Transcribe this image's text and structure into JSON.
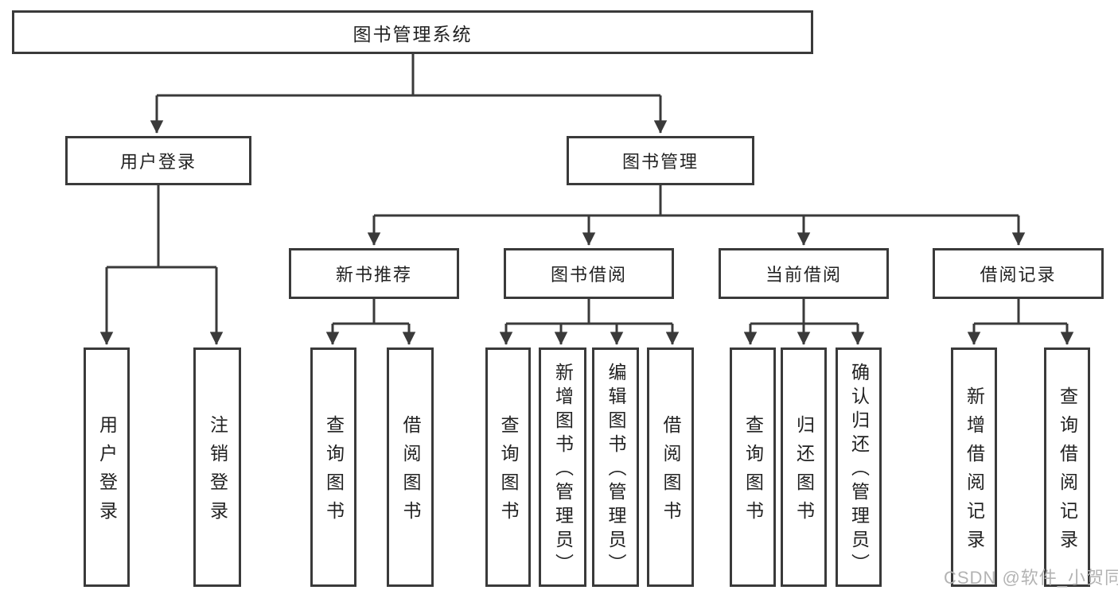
{
  "diagram": {
    "type": "hierarchy-tree",
    "colors": {
      "line": "#3a3a3a",
      "box_border": "#3a3a3a",
      "text": "#222222",
      "background": "#ffffff",
      "watermark": "#b3b3b3"
    },
    "nodes": {
      "root": "图书管理系统",
      "user_login_branch": "用户登录",
      "book_management": "图书管理",
      "login": "用户登录",
      "logout": "注销登录",
      "new_book_recommend": "新书推荐",
      "book_borrow": "图书借阅",
      "current_borrow": "当前借阅",
      "borrow_records": "借阅记录",
      "nb_query_books": "查询图书",
      "nb_borrow_books": "借阅图书",
      "bb_query_books": "查询图书",
      "bb_add_books": "新增图书（管理员）",
      "bb_edit_books": "编辑图书（管理员）",
      "bb_borrow_books": "借阅图书",
      "cb_query_books": "查询图书",
      "cb_return_books": "归还图书",
      "cb_confirm_return": "确认归还（管理员）",
      "br_add_record": "新增借阅记录",
      "br_query_record": "查询借阅记录"
    },
    "hierarchy": {
      "root": [
        "user_login_branch",
        "book_management"
      ],
      "user_login_branch": [
        "login",
        "logout"
      ],
      "book_management": [
        "new_book_recommend",
        "book_borrow",
        "current_borrow",
        "borrow_records"
      ],
      "new_book_recommend": [
        "nb_query_books",
        "nb_borrow_books"
      ],
      "book_borrow": [
        "bb_query_books",
        "bb_add_books",
        "bb_edit_books",
        "bb_borrow_books"
      ],
      "current_borrow": [
        "cb_query_books",
        "cb_return_books",
        "cb_confirm_return"
      ],
      "borrow_records": [
        "br_add_record",
        "br_query_record"
      ]
    },
    "watermark": "CSDN @软件_小贺同学"
  }
}
